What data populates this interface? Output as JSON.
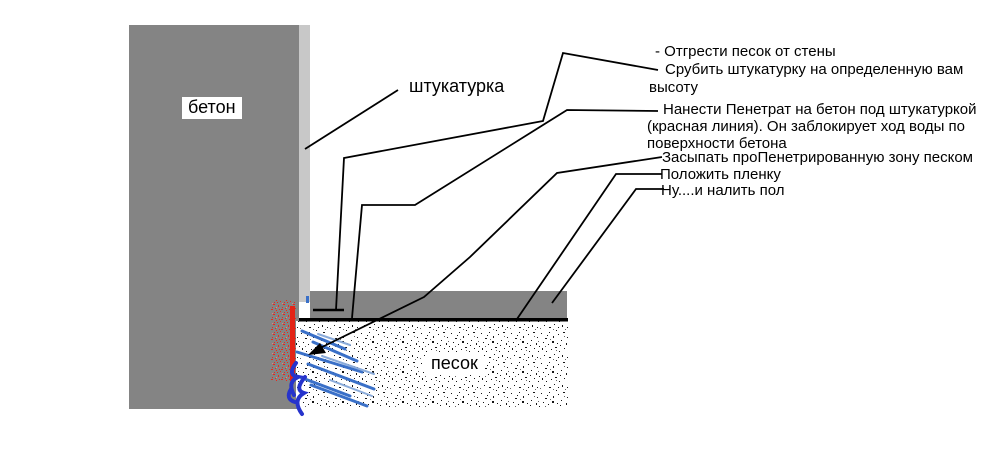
{
  "diagram": {
    "labels": {
      "concrete": "бетон",
      "plaster": "штукатурка",
      "sand": "песок"
    },
    "annotation_lines": [
      {
        "text": "- Отгрести песок от стены"
      },
      {
        "text": "Срубить штукатурку на определенную вам"
      },
      {
        "text": "высоту"
      },
      {
        "text": "Нанести Пенетрат на бетон под штукатуркой"
      },
      {
        "text": "(красная линия). Он заблокирует ход воды по"
      },
      {
        "text": "поверхности бетона"
      },
      {
        "text": "Засыпать проПенетрированную зону песком"
      },
      {
        "text": "Положить пленку"
      },
      {
        "text": "Ну....и налить пол"
      }
    ],
    "colors": {
      "wall_gray": "#848484",
      "plaster_gray": "#c8c8c8",
      "leader_black": "#000000",
      "penetrate_red": "#e32416",
      "water_blue": "#3a70c8",
      "water_blue_light": "#8aabda",
      "water_blue_dark": "#2633cc",
      "film_black": "#000000"
    }
  }
}
